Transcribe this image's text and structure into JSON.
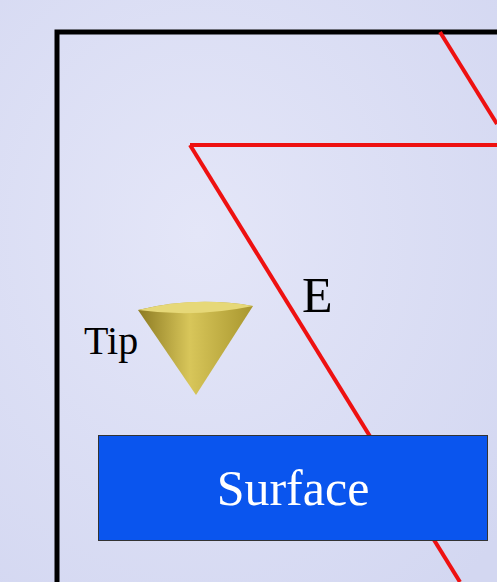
{
  "diagram": {
    "nodes": [
      {
        "text": [
          "Surface"
        ]
      }
    ],
    "labels": [
      "Tip",
      "E"
    ]
  }
}
